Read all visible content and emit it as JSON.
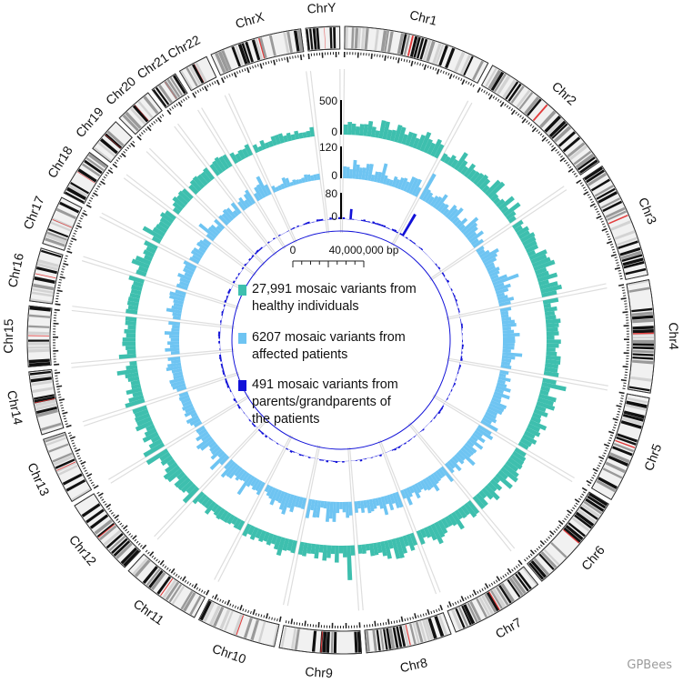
{
  "chart_data": {
    "type": "circos",
    "chromosomes": [
      "Chr1",
      "Chr2",
      "Chr3",
      "Chr4",
      "Chr5",
      "Chr6",
      "Chr7",
      "Chr8",
      "Chr9",
      "Chr10",
      "Chr11",
      "Chr12",
      "Chr13",
      "Chr14",
      "Chr15",
      "Chr16",
      "Chr17",
      "Chr18",
      "Chr19",
      "Chr20",
      "Chr21",
      "Chr22",
      "ChrX",
      "ChrY"
    ],
    "chromosome_lengths_mb": [
      249,
      242,
      198,
      190,
      182,
      171,
      159,
      145,
      138,
      134,
      135,
      133,
      114,
      107,
      102,
      90,
      83,
      80,
      59,
      64,
      47,
      51,
      156,
      57
    ],
    "scale_bar": {
      "start_label": "0",
      "end_label": "40,000,000 bp"
    },
    "tracks": [
      {
        "name": "healthy",
        "ylim": [
          0,
          500
        ],
        "tick_labels": [
          "0",
          "500"
        ],
        "color": "#3ebfae"
      },
      {
        "name": "affected",
        "ylim": [
          0,
          120
        ],
        "tick_labels": [
          "0",
          "120"
        ],
        "color": "#6ec4f2"
      },
      {
        "name": "parents",
        "ylim": [
          0,
          80
        ],
        "tick_labels": [
          "0",
          "80"
        ],
        "color": "#1212d8"
      }
    ],
    "legend": [
      {
        "color": "#3ebfae",
        "lines": [
          "27,991 mosaic variants from",
          "healthy individuals"
        ]
      },
      {
        "color": "#6ec4f2",
        "lines": [
          "6207 mosaic variants from",
          "affected patients"
        ]
      },
      {
        "color": "#1212d8",
        "lines": [
          "491 mosaic variants from",
          "parents/grandparents of",
          "the patients"
        ]
      }
    ],
    "band_colors": {
      "dark": "#111111",
      "mid": "#9a9a9a",
      "light": "#d3d3d3",
      "centromere": "#e23b3b",
      "het": "#7b8fc7"
    }
  },
  "watermark": "GPBees"
}
